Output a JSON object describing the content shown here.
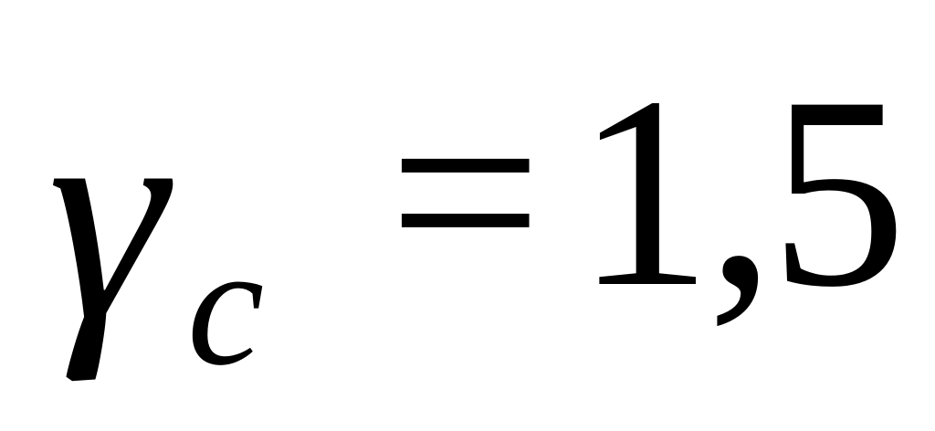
{
  "equation": {
    "symbol": "γ",
    "subscript": "c",
    "operator": "=",
    "value": "1,5"
  }
}
